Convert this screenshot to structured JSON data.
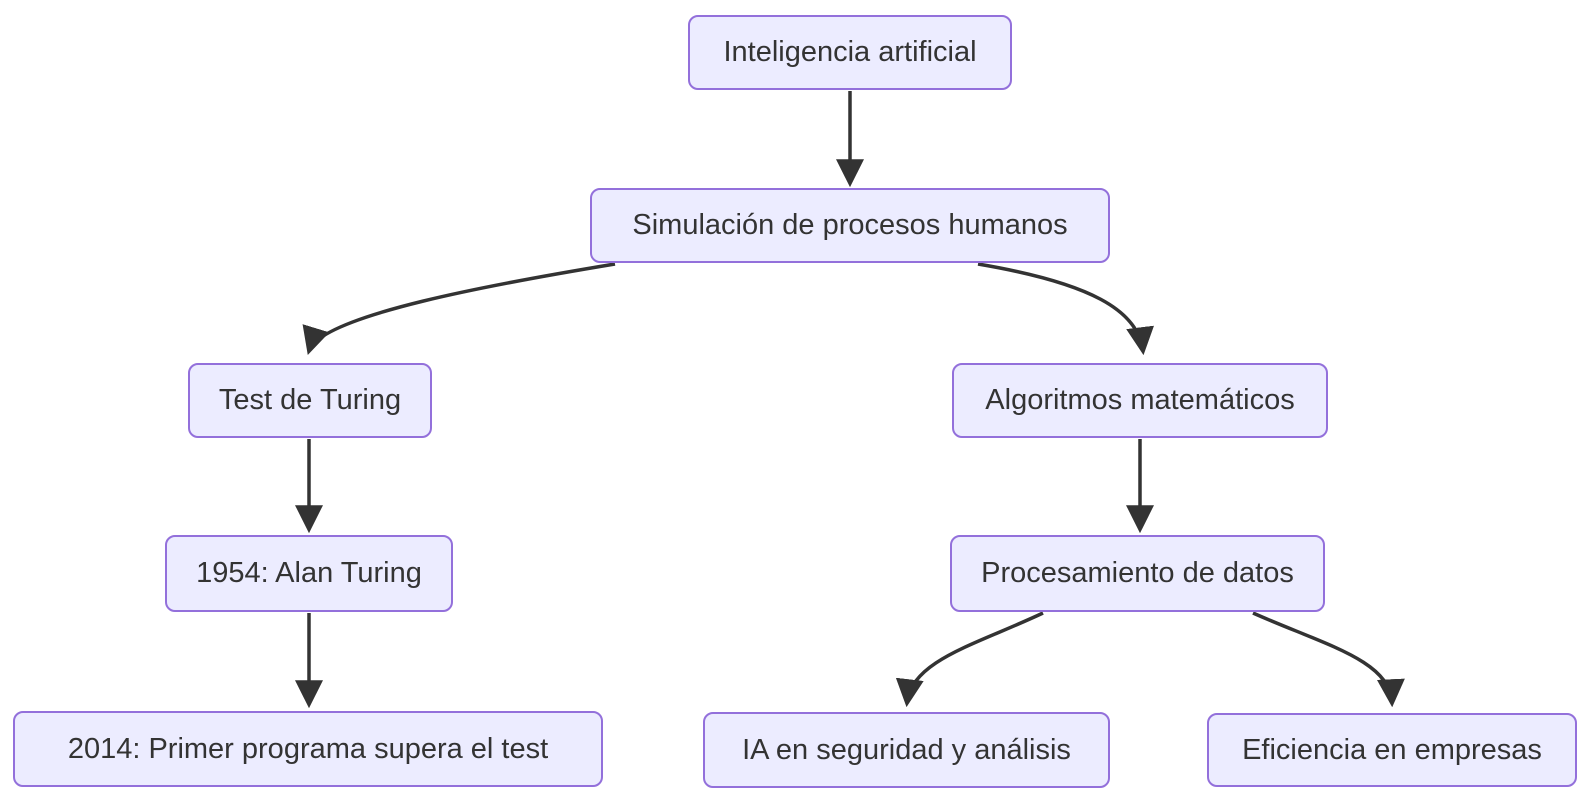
{
  "diagram": {
    "type": "flowchart",
    "direction": "top-down",
    "colors": {
      "background": "#ffffff",
      "node_fill": "#ECECFF",
      "node_border": "#9370DB",
      "node_text": "#333333",
      "edge": "#333333"
    },
    "nodes": [
      {
        "id": "inteligencia-artificial",
        "label": "Inteligencia artificial"
      },
      {
        "id": "simulacion-procesos-humanos",
        "label": "Simulación de procesos humanos"
      },
      {
        "id": "test-de-turing",
        "label": "Test de Turing"
      },
      {
        "id": "1954-alan-turing",
        "label": "1954: Alan Turing"
      },
      {
        "id": "2014-primer-programa-supera",
        "label": "2014: Primer programa supera el test"
      },
      {
        "id": "algoritmos-matematicos",
        "label": "Algoritmos matemáticos"
      },
      {
        "id": "procesamiento-de-datos",
        "label": "Procesamiento de datos"
      },
      {
        "id": "ia-en-seguridad-y-analisis",
        "label": "IA en seguridad y análisis"
      },
      {
        "id": "eficiencia-en-empresas",
        "label": "Eficiencia en empresas"
      }
    ],
    "edges": [
      {
        "from": "Inteligencia artificial",
        "to": "Simulación de procesos humanos"
      },
      {
        "from": "Simulación de procesos humanos",
        "to": "Test de Turing"
      },
      {
        "from": "Simulación de procesos humanos",
        "to": "Algoritmos matemáticos"
      },
      {
        "from": "Test de Turing",
        "to": "1954: Alan Turing"
      },
      {
        "from": "1954: Alan Turing",
        "to": "2014: Primer programa supera el test"
      },
      {
        "from": "Algoritmos matemáticos",
        "to": "Procesamiento de datos"
      },
      {
        "from": "Procesamiento de datos",
        "to": "IA en seguridad y análisis"
      },
      {
        "from": "Procesamiento de datos",
        "to": "Eficiencia en empresas"
      }
    ]
  }
}
